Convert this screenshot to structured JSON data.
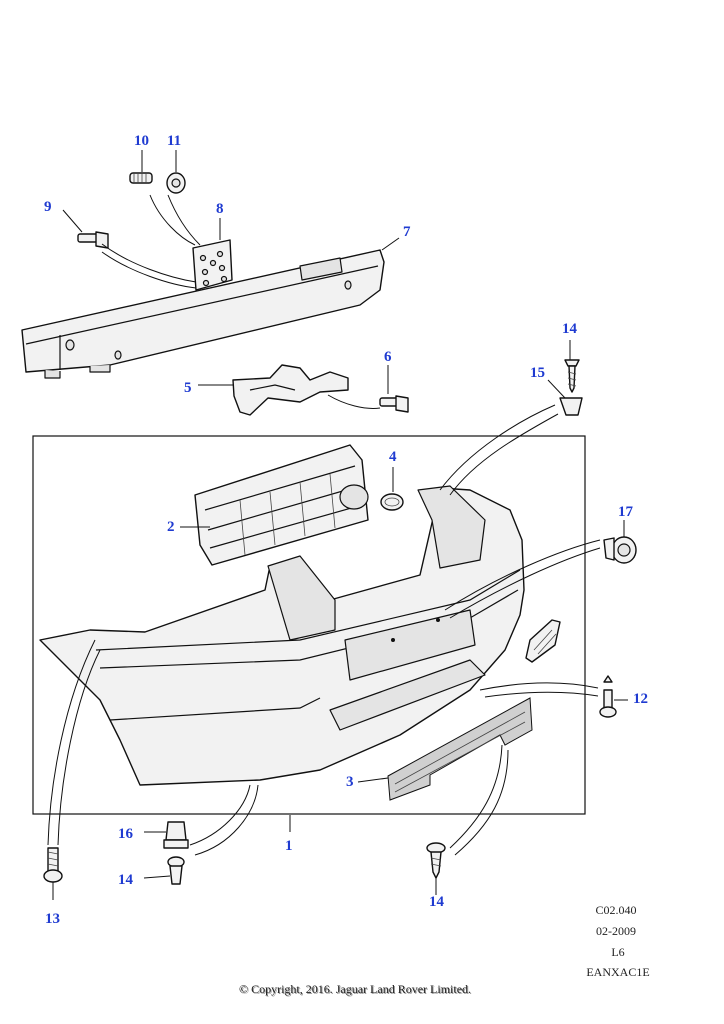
{
  "callouts": {
    "c1": "1",
    "c2": "2",
    "c3": "3",
    "c4": "4",
    "c5": "5",
    "c6": "6",
    "c7": "7",
    "c8": "8",
    "c9": "9",
    "c10": "10",
    "c11": "11",
    "c12": "12",
    "c13": "13",
    "c14a": "14",
    "c14b": "14",
    "c14c": "14",
    "c15": "15",
    "c16": "16",
    "c17": "17"
  },
  "callout_color": "#1f3bd1",
  "meta": {
    "code": "C02.040",
    "date": "02-2009",
    "level": "L6",
    "ref": "EANXAC1E"
  },
  "copyright": "© Copyright, 2016. Jaguar Land Rover Limited."
}
